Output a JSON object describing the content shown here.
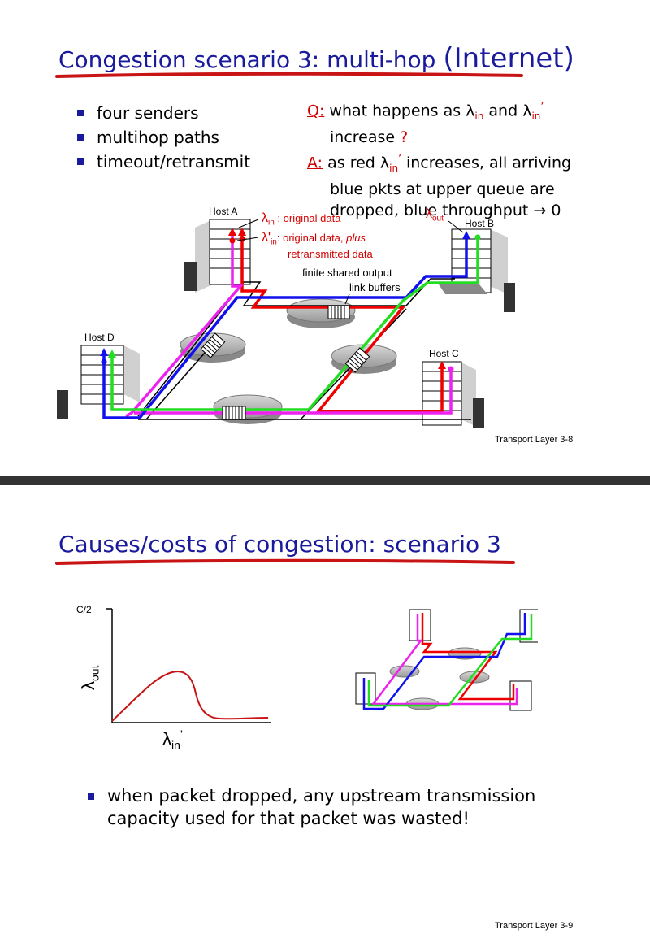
{
  "slide1": {
    "title_main": "Congestion scenario 3: multi-hop ",
    "title_paren": "(Internet)",
    "bullets": [
      "four senders",
      "multihop paths",
      "timeout/retransmit"
    ],
    "q_label": "Q:",
    "q_text": " what happens as λ",
    "q_sub1": "in",
    "q_and": " and λ",
    "q_sub2": "in",
    "q_prime": "’",
    "q_line2": "increase",
    "q_mark": " ?",
    "a_label": "A:",
    "a_text1": " as red  λ",
    "a_sub": "in",
    "a_prime": "’",
    "a_text2": "  increases, all arriving",
    "a_line2": "blue pkts at upper queue are",
    "a_line3": "dropped, blue throughput → 0",
    "host_a": "Host A",
    "host_b": "Host B",
    "host_c": "Host C",
    "host_d": "Host D",
    "lambda_in_label": "λ",
    "lambda_in_sub": "in",
    "lambda_in_text": " : original data",
    "lambda_prime_label": "λ'",
    "lambda_prime_sub": "in",
    "lambda_prime_text": ": original data, ",
    "lambda_prime_plus": "plus",
    "lambda_prime_line2": "retransmitted data",
    "lambda_out_label": "λ",
    "lambda_out_sub": "out",
    "buffer_line1": "finite shared output",
    "buffer_line2": "link buffers",
    "footer": "Transport Layer 3-8"
  },
  "slide2": {
    "title": "Causes/costs of congestion: scenario 3",
    "y_tick": "C/2",
    "y_label": "λ",
    "y_label_sub": "out",
    "x_label": "λ",
    "x_label_sub": "in",
    "x_label_prime": "’",
    "bullet": "when packet dropped, any upstream transmission",
    "bullet_line2": "capacity used for that packet was wasted!",
    "footer": "Transport Layer 3-9"
  },
  "colors": {
    "title_blue": "#1a1a9c",
    "underline_red": "#c81414",
    "red": "#d40000",
    "blue": "#1010e0",
    "green": "#22dd22",
    "magenta": "#ee22ee"
  }
}
